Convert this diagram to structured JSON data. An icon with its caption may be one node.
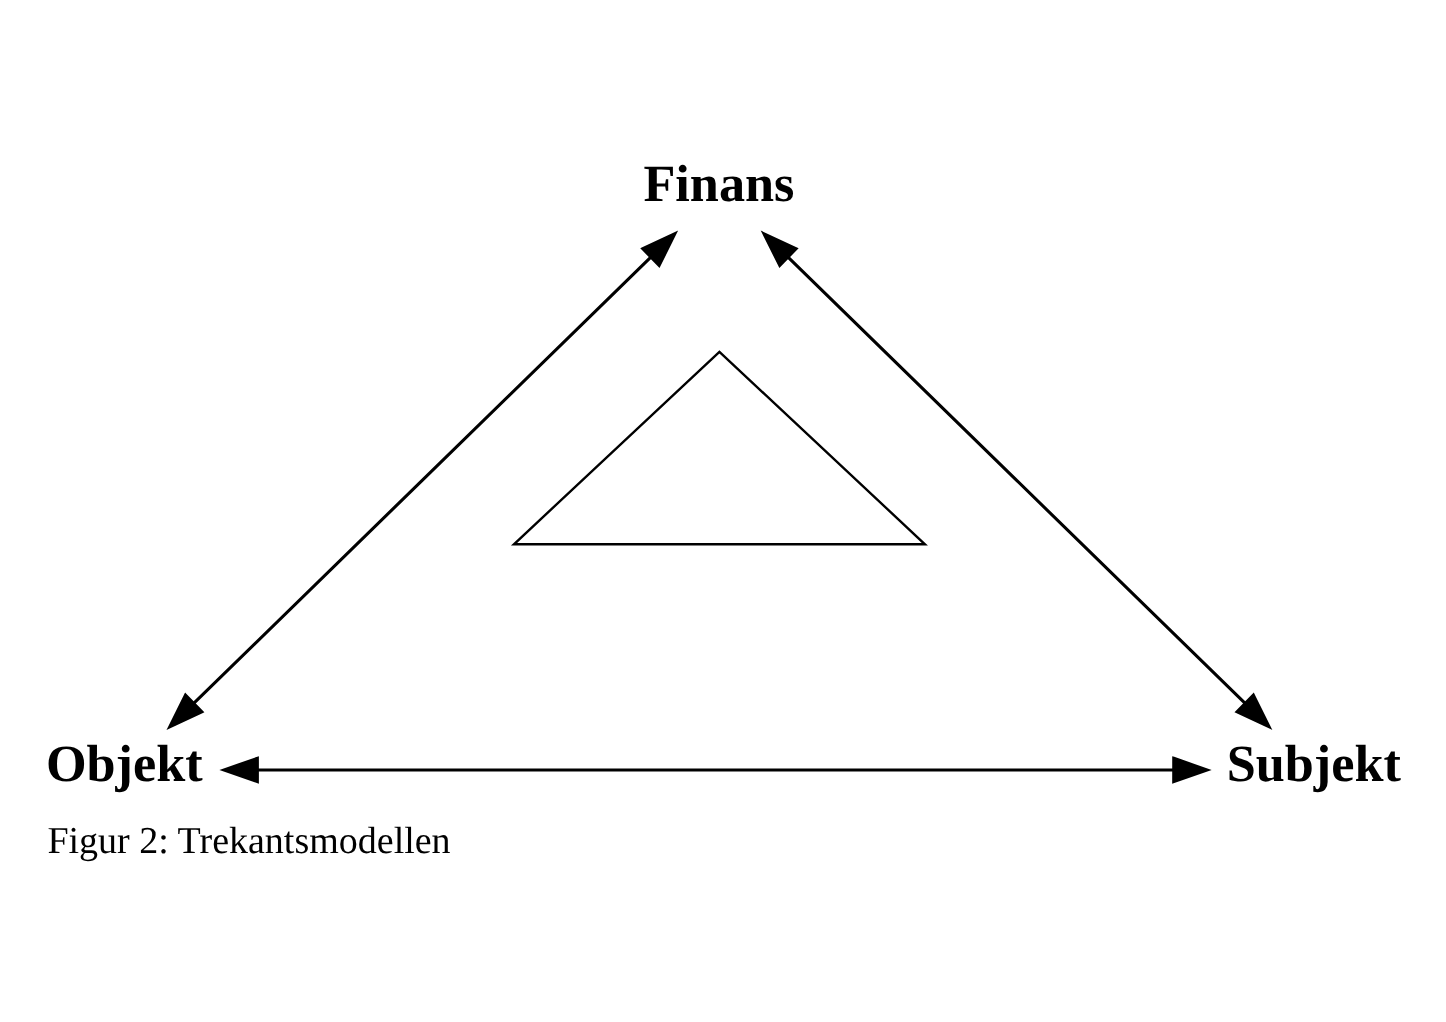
{
  "diagram": {
    "caption": "Figur 2: Trekantsmodellen",
    "nodes": [
      {
        "text": [
          "Finans"
        ]
      },
      {
        "text": [
          "Objekt"
        ]
      },
      {
        "text": [
          "Subjekt"
        ]
      },
      {
        "text": [],
        "shape": "triangle"
      }
    ],
    "edges": [
      {
        "from": 0,
        "to": 1,
        "arrow": "both"
      },
      {
        "from": 0,
        "to": 2,
        "arrow": "both"
      },
      {
        "from": 1,
        "to": 2,
        "arrow": "both"
      }
    ]
  }
}
